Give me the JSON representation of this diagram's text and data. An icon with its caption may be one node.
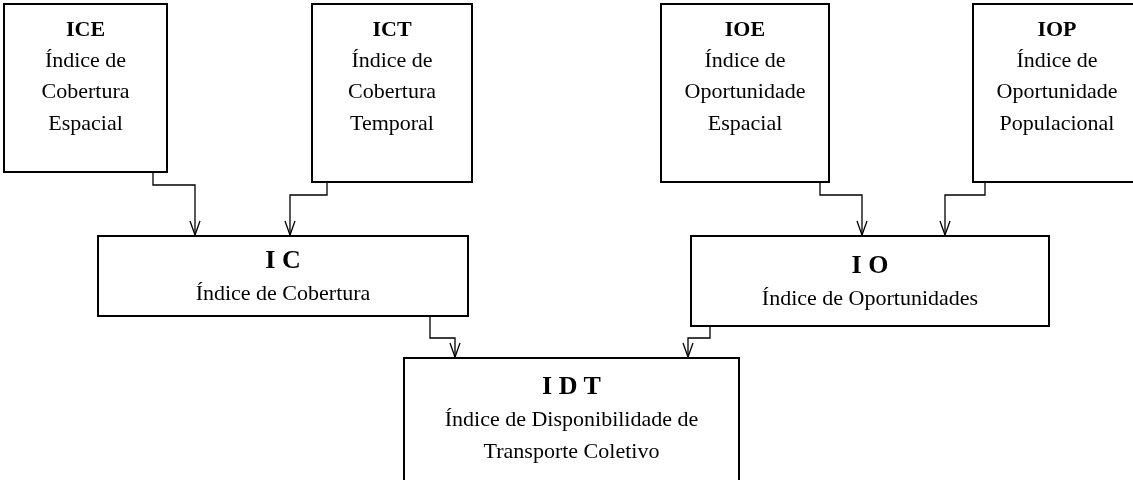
{
  "diagram": {
    "nodes": [
      {
        "text": [
          "ICE",
          "Índice de Cobertura Espacial"
        ]
      },
      {
        "text": [
          "ICT",
          "Índice de Cobertura Temporal"
        ]
      },
      {
        "text": [
          "IOE",
          "Índice de Oportunidade Espacial"
        ]
      },
      {
        "text": [
          "IOP",
          "Índice de Oportunidade Populacional"
        ]
      },
      {
        "text": [
          "I C",
          "Índice de Cobertura"
        ]
      },
      {
        "text": [
          "I O",
          "Índice de Oportunidades"
        ]
      },
      {
        "text": [
          "I D T",
          "Índice de Disponibilidade de Transporte Coletivo"
        ]
      }
    ],
    "edges": [
      {
        "from": 0,
        "to": 4,
        "arrow": "to"
      },
      {
        "from": 1,
        "to": 4,
        "arrow": "to"
      },
      {
        "from": 2,
        "to": 5,
        "arrow": "to"
      },
      {
        "from": 3,
        "to": 5,
        "arrow": "to"
      },
      {
        "from": 4,
        "to": 6,
        "arrow": "to"
      },
      {
        "from": 5,
        "to": 6,
        "arrow": "to"
      }
    ]
  }
}
